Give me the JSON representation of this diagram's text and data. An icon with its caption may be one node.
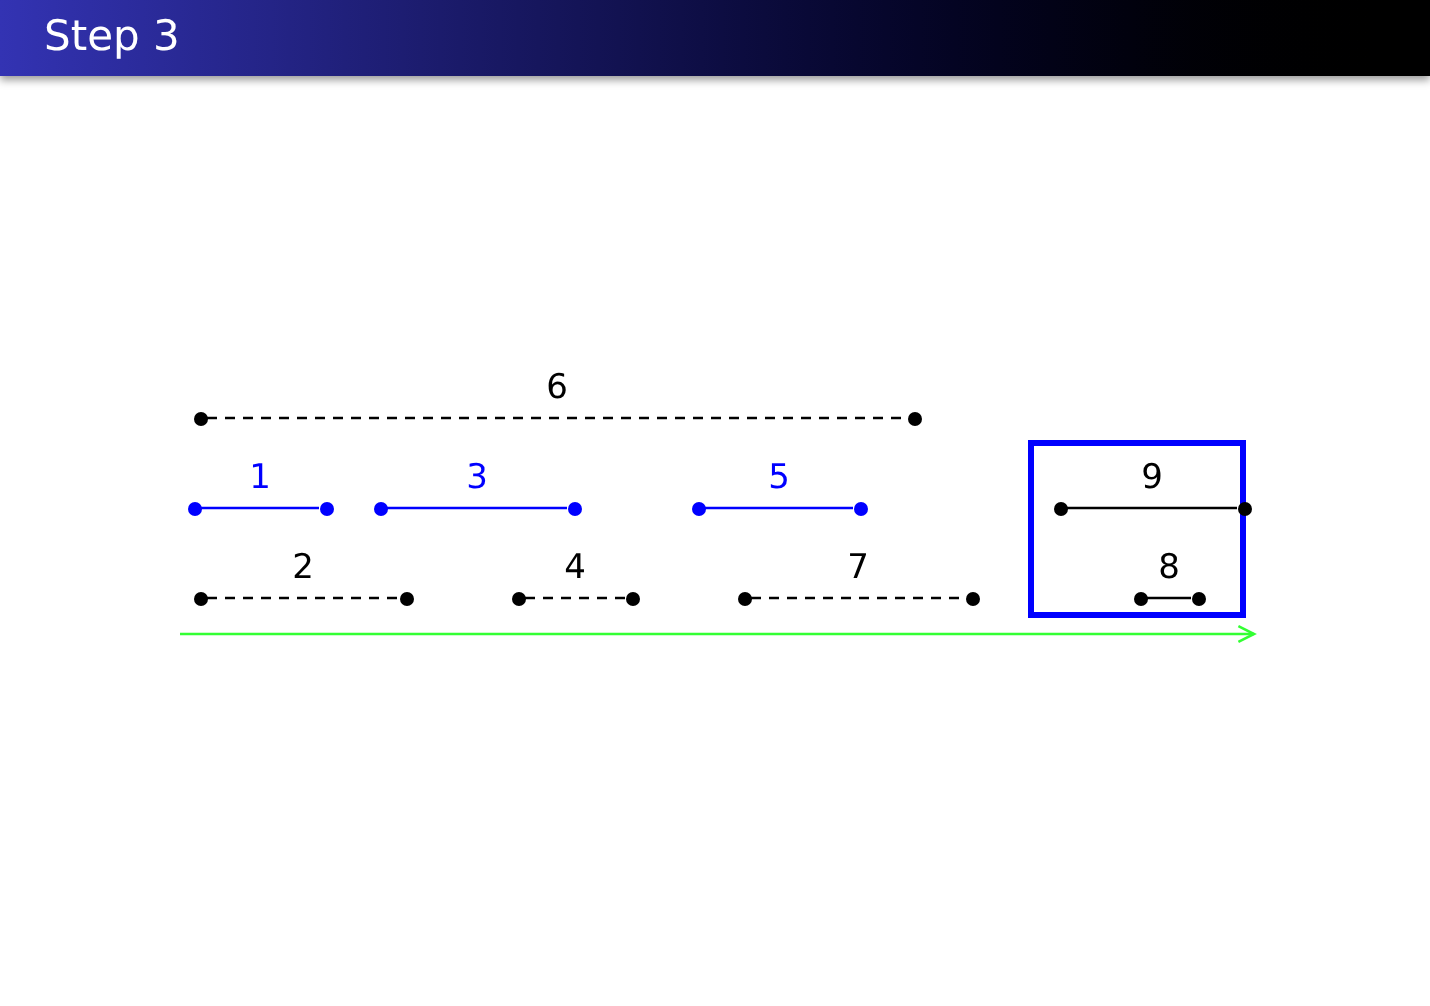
{
  "diagram": {
    "title": "Step 3",
    "nodes": [
      {
        "text": [],
        "shape": "circle"
      },
      {
        "text": [],
        "shape": "circle"
      },
      {
        "text": [],
        "shape": "circle"
      },
      {
        "text": [],
        "shape": "circle"
      },
      {
        "text": [],
        "shape": "circle"
      },
      {
        "text": [],
        "shape": "circle"
      },
      {
        "text": [],
        "shape": "circle"
      },
      {
        "text": [],
        "shape": "circle"
      },
      {
        "text": [],
        "shape": "box"
      },
      {
        "text": [],
        "shape": "circle",
        "in": 8
      },
      {
        "text": [],
        "shape": "circle",
        "in": 8
      },
      {
        "text": [],
        "shape": "circle"
      },
      {
        "text": [],
        "shape": "circle"
      },
      {
        "text": [],
        "shape": "circle"
      },
      {
        "text": [],
        "shape": "circle"
      },
      {
        "text": [],
        "shape": "circle"
      },
      {
        "text": [],
        "shape": "circle"
      },
      {
        "text": [],
        "shape": "circle",
        "in": 8
      },
      {
        "text": [],
        "shape": "circle",
        "in": 8
      }
    ],
    "edges": [
      {
        "from": 0,
        "to": 1,
        "arrow": "none",
        "label": "6",
        "style": "dashed"
      },
      {
        "from": 2,
        "to": 3,
        "arrow": "none",
        "label": "1",
        "color": "#0000ff"
      },
      {
        "from": 4,
        "to": 5,
        "arrow": "none",
        "label": "3",
        "color": "#0000ff"
      },
      {
        "from": 6,
        "to": 7,
        "arrow": "none",
        "label": "5",
        "color": "#0000ff"
      },
      {
        "from": 9,
        "to": 10,
        "arrow": "none",
        "label": "9"
      },
      {
        "from": 11,
        "to": 12,
        "arrow": "none",
        "label": "2",
        "style": "dashed"
      },
      {
        "from": 13,
        "to": 14,
        "arrow": "none",
        "label": "4",
        "style": "dashed"
      },
      {
        "from": 15,
        "to": 16,
        "arrow": "none",
        "label": "7",
        "style": "dashed"
      },
      {
        "from": 17,
        "to": 18,
        "arrow": "none",
        "label": "8"
      }
    ]
  }
}
